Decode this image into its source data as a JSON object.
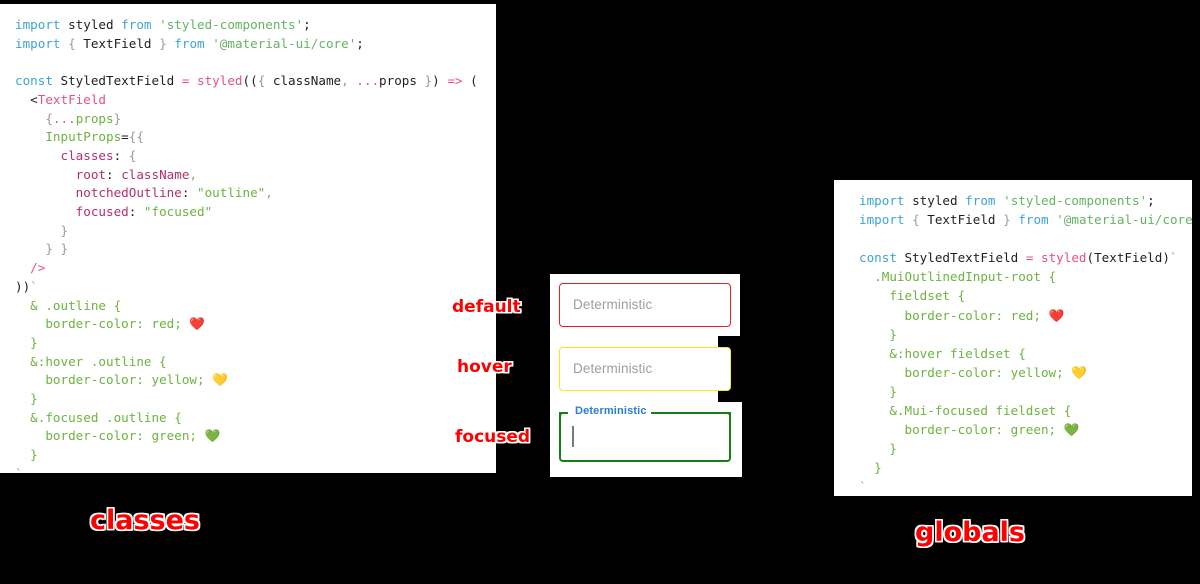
{
  "background_color": "#000000",
  "panels": {
    "classes": {
      "title": "classes",
      "code_lines": [
        {
          "tokens": [
            {
              "t": "import",
              "c": "kw"
            },
            {
              "t": " styled ",
              "c": "plain"
            },
            {
              "t": "from",
              "c": "kw"
            },
            {
              "t": " ",
              "c": "plain"
            },
            {
              "t": "'styled-components'",
              "c": "str"
            },
            {
              "t": ";",
              "c": "plain"
            }
          ]
        },
        {
          "tokens": [
            {
              "t": "import",
              "c": "kw"
            },
            {
              "t": " ",
              "c": "plain"
            },
            {
              "t": "{",
              "c": "punct"
            },
            {
              "t": " TextField ",
              "c": "plain"
            },
            {
              "t": "}",
              "c": "punct"
            },
            {
              "t": " ",
              "c": "plain"
            },
            {
              "t": "from",
              "c": "kw"
            },
            {
              "t": " ",
              "c": "plain"
            },
            {
              "t": "'@material-ui/core'",
              "c": "str"
            },
            {
              "t": ";",
              "c": "plain"
            }
          ]
        },
        {
          "tokens": []
        },
        {
          "tokens": [
            {
              "t": "const",
              "c": "kw"
            },
            {
              "t": " StyledTextField ",
              "c": "plain"
            },
            {
              "t": "=",
              "c": "op"
            },
            {
              "t": " ",
              "c": "plain"
            },
            {
              "t": "styled",
              "c": "fn"
            },
            {
              "t": "((",
              "c": "plain"
            },
            {
              "t": "{",
              "c": "punct"
            },
            {
              "t": " className",
              "c": "plain"
            },
            {
              "t": ",",
              "c": "punct"
            },
            {
              "t": " ",
              "c": "plain"
            },
            {
              "t": "...",
              "c": "op"
            },
            {
              "t": "props ",
              "c": "plain"
            },
            {
              "t": "}",
              "c": "punct"
            },
            {
              "t": ") ",
              "c": "plain"
            },
            {
              "t": "=>",
              "c": "op"
            },
            {
              "t": " (",
              "c": "plain"
            }
          ]
        },
        {
          "tokens": [
            {
              "t": "  <",
              "c": "plain"
            },
            {
              "t": "TextField",
              "c": "tag"
            }
          ]
        },
        {
          "tokens": [
            {
              "t": "    ",
              "c": "plain"
            },
            {
              "t": "{",
              "c": "punct"
            },
            {
              "t": "...",
              "c": "op"
            },
            {
              "t": "props",
              "c": "prop"
            },
            {
              "t": "}",
              "c": "punct"
            }
          ]
        },
        {
          "tokens": [
            {
              "t": "    ",
              "c": "plain"
            },
            {
              "t": "InputProps",
              "c": "prop"
            },
            {
              "t": "=",
              "c": "plain"
            },
            {
              "t": "{{",
              "c": "punct"
            }
          ]
        },
        {
          "tokens": [
            {
              "t": "      ",
              "c": "plain"
            },
            {
              "t": "classes",
              "c": "key"
            },
            {
              "t": ": ",
              "c": "plain"
            },
            {
              "t": "{",
              "c": "punct"
            }
          ]
        },
        {
          "tokens": [
            {
              "t": "        ",
              "c": "plain"
            },
            {
              "t": "root",
              "c": "key"
            },
            {
              "t": ": ",
              "c": "plain"
            },
            {
              "t": "className",
              "c": "key"
            },
            {
              "t": ",",
              "c": "punct"
            }
          ]
        },
        {
          "tokens": [
            {
              "t": "        ",
              "c": "plain"
            },
            {
              "t": "notchedOutline",
              "c": "key"
            },
            {
              "t": ": ",
              "c": "plain"
            },
            {
              "t": "\"outline\"",
              "c": "val"
            },
            {
              "t": ",",
              "c": "punct"
            }
          ]
        },
        {
          "tokens": [
            {
              "t": "        ",
              "c": "plain"
            },
            {
              "t": "focused",
              "c": "key"
            },
            {
              "t": ": ",
              "c": "plain"
            },
            {
              "t": "\"focused\"",
              "c": "val"
            }
          ]
        },
        {
          "tokens": [
            {
              "t": "      ",
              "c": "plain"
            },
            {
              "t": "}",
              "c": "punct"
            }
          ]
        },
        {
          "tokens": [
            {
              "t": "    ",
              "c": "plain"
            },
            {
              "t": "} }",
              "c": "punct"
            }
          ]
        },
        {
          "tokens": [
            {
              "t": "  ",
              "c": "plain"
            },
            {
              "t": "/>",
              "c": "tag"
            }
          ]
        },
        {
          "tokens": [
            {
              "t": "))",
              "c": "plain"
            },
            {
              "t": "`",
              "c": "punct"
            }
          ]
        },
        {
          "tokens": [
            {
              "t": "  & .outline {",
              "c": "css-sel"
            }
          ]
        },
        {
          "tokens": [
            {
              "t": "    border-color",
              "c": "css-prop"
            },
            {
              "t": ": red; ",
              "c": "css-prop"
            },
            {
              "t": "❤️",
              "c": "emoji"
            }
          ]
        },
        {
          "tokens": [
            {
              "t": "  }",
              "c": "css-sel"
            }
          ]
        },
        {
          "tokens": [
            {
              "t": "  &:hover .outline {",
              "c": "css-sel"
            }
          ]
        },
        {
          "tokens": [
            {
              "t": "    border-color",
              "c": "css-prop"
            },
            {
              "t": ": yellow; ",
              "c": "css-prop"
            },
            {
              "t": "💛",
              "c": "emoji"
            }
          ]
        },
        {
          "tokens": [
            {
              "t": "  }",
              "c": "css-sel"
            }
          ]
        },
        {
          "tokens": [
            {
              "t": "  &.focused .outline {",
              "c": "css-sel"
            }
          ]
        },
        {
          "tokens": [
            {
              "t": "    border-color",
              "c": "css-prop"
            },
            {
              "t": ": green; ",
              "c": "css-prop"
            },
            {
              "t": "💚",
              "c": "emoji"
            }
          ]
        },
        {
          "tokens": [
            {
              "t": "  }",
              "c": "css-sel"
            }
          ]
        },
        {
          "tokens": [
            {
              "t": "`",
              "c": "punct"
            }
          ]
        },
        {
          "tokens": [
            {
              "t": " ;",
              "c": "punct"
            }
          ]
        }
      ]
    },
    "globals": {
      "title": "globals",
      "code_lines": [
        {
          "tokens": [
            {
              "t": "import",
              "c": "kw"
            },
            {
              "t": " styled ",
              "c": "plain"
            },
            {
              "t": "from",
              "c": "kw"
            },
            {
              "t": " ",
              "c": "plain"
            },
            {
              "t": "'styled-components'",
              "c": "str"
            },
            {
              "t": ";",
              "c": "plain"
            }
          ]
        },
        {
          "tokens": [
            {
              "t": "import",
              "c": "kw"
            },
            {
              "t": " ",
              "c": "plain"
            },
            {
              "t": "{",
              "c": "punct"
            },
            {
              "t": " TextField ",
              "c": "plain"
            },
            {
              "t": "}",
              "c": "punct"
            },
            {
              "t": " ",
              "c": "plain"
            },
            {
              "t": "from",
              "c": "kw"
            },
            {
              "t": " ",
              "c": "plain"
            },
            {
              "t": "'@material-ui/core'",
              "c": "str"
            },
            {
              "t": ";",
              "c": "plain"
            }
          ]
        },
        {
          "tokens": []
        },
        {
          "tokens": [
            {
              "t": "const",
              "c": "kw"
            },
            {
              "t": " StyledTextField ",
              "c": "plain"
            },
            {
              "t": "=",
              "c": "op"
            },
            {
              "t": " ",
              "c": "plain"
            },
            {
              "t": "styled",
              "c": "fn"
            },
            {
              "t": "(TextField)",
              "c": "plain"
            },
            {
              "t": "`",
              "c": "punct"
            }
          ]
        },
        {
          "tokens": [
            {
              "t": "  .MuiOutlinedInput-root {",
              "c": "css-sel"
            }
          ]
        },
        {
          "tokens": [
            {
              "t": "    fieldset {",
              "c": "css-sel"
            }
          ]
        },
        {
          "tokens": [
            {
              "t": "      border-color: red; ",
              "c": "css-prop"
            },
            {
              "t": "❤️",
              "c": "emoji"
            }
          ]
        },
        {
          "tokens": [
            {
              "t": "    }",
              "c": "css-sel"
            }
          ]
        },
        {
          "tokens": [
            {
              "t": "    &:hover fieldset {",
              "c": "css-sel"
            }
          ]
        },
        {
          "tokens": [
            {
              "t": "      border-color: yellow; ",
              "c": "css-prop"
            },
            {
              "t": "💛",
              "c": "emoji"
            }
          ]
        },
        {
          "tokens": [
            {
              "t": "    }",
              "c": "css-sel"
            }
          ]
        },
        {
          "tokens": [
            {
              "t": "    &.Mui-focused fieldset {",
              "c": "css-sel"
            }
          ]
        },
        {
          "tokens": [
            {
              "t": "      border-color: green; ",
              "c": "css-prop"
            },
            {
              "t": "💚",
              "c": "emoji"
            }
          ]
        },
        {
          "tokens": [
            {
              "t": "    }",
              "c": "css-sel"
            }
          ]
        },
        {
          "tokens": [
            {
              "t": "  }",
              "c": "css-sel"
            }
          ]
        },
        {
          "tokens": [
            {
              "t": "`",
              "c": "punct"
            }
          ]
        },
        {
          "tokens": [
            {
              "t": " ;",
              "c": "punct"
            }
          ]
        }
      ]
    }
  },
  "demo": {
    "states": [
      {
        "name": "default",
        "annotation": "default",
        "field_text": "Deterministic",
        "border_color": "#f21b1b"
      },
      {
        "name": "hover",
        "annotation": "hover",
        "field_text": "Deterministic",
        "border_color": "#f2ea1b"
      },
      {
        "name": "focused",
        "annotation": "focused",
        "field_text": "",
        "floating_label": "Deterministic",
        "border_color": "#148014",
        "label_color": "#2b7cd3"
      }
    ]
  },
  "colors": {
    "annotation_red": "#ff0000",
    "keyword_blue": "#3aa5d8",
    "string_green": "#63b463",
    "function_pink": "#e8537a",
    "css_green": "#6db33f",
    "key_magenta": "#b5306b"
  }
}
